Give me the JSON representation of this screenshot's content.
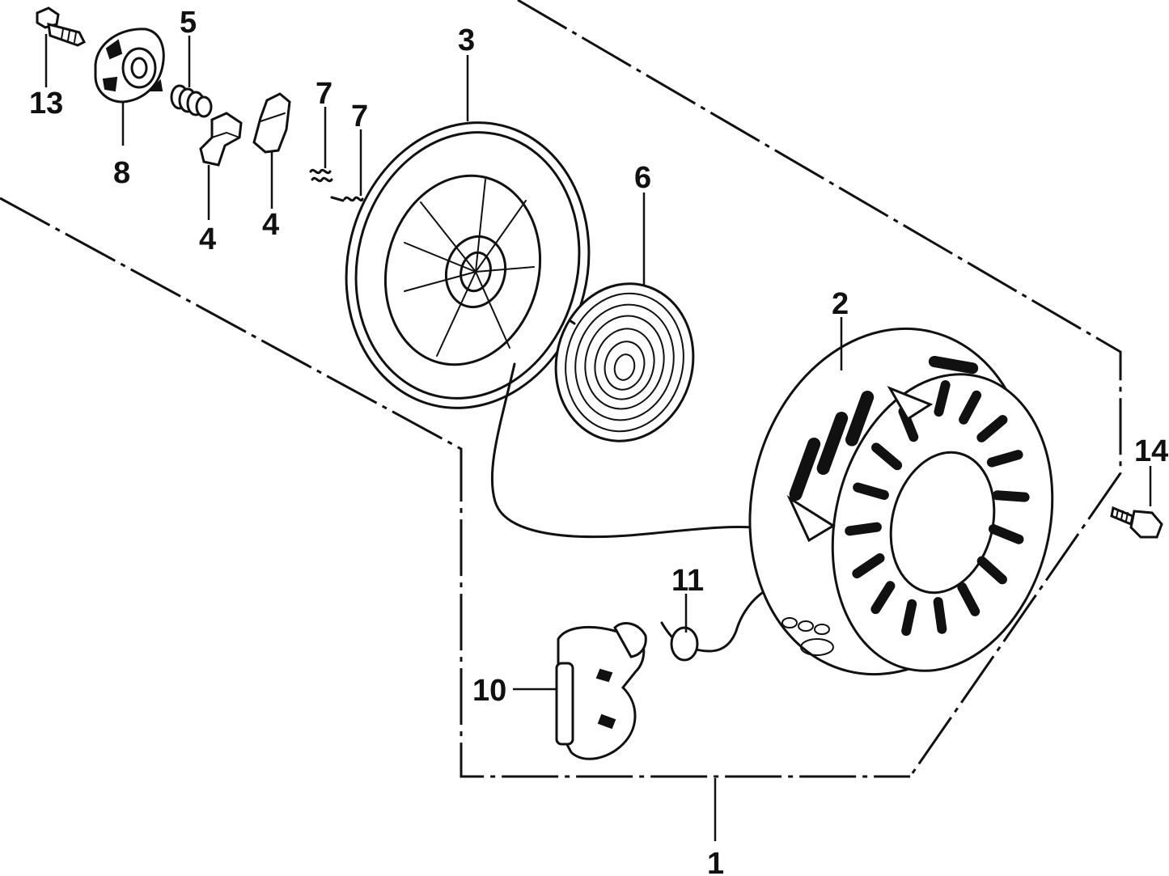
{
  "callouts": {
    "c1": "1",
    "c2": "2",
    "c3": "3",
    "c4a": "4",
    "c4b": "4",
    "c5": "5",
    "c6": "6",
    "c7a": "7",
    "c7b": "7",
    "c8": "8",
    "c10": "10",
    "c11": "11",
    "c13": "13",
    "c14": "14"
  },
  "parts": [
    {
      "ref": "1",
      "icon": "recoil-starter-assembly-icon"
    },
    {
      "ref": "2",
      "icon": "starter-case-icon"
    },
    {
      "ref": "3",
      "icon": "starter-reel-icon"
    },
    {
      "ref": "4",
      "icon": "ratchet-pawl-icon"
    },
    {
      "ref": "5",
      "icon": "friction-spring-icon"
    },
    {
      "ref": "6",
      "icon": "recoil-spring-icon"
    },
    {
      "ref": "7",
      "icon": "return-spring-icon"
    },
    {
      "ref": "8",
      "icon": "ratchet-guide-icon"
    },
    {
      "ref": "10",
      "icon": "starter-grip-icon"
    },
    {
      "ref": "11",
      "icon": "starter-rope-icon"
    },
    {
      "ref": "13",
      "icon": "setting-bolt-icon"
    },
    {
      "ref": "14",
      "icon": "flange-bolt-icon"
    }
  ]
}
